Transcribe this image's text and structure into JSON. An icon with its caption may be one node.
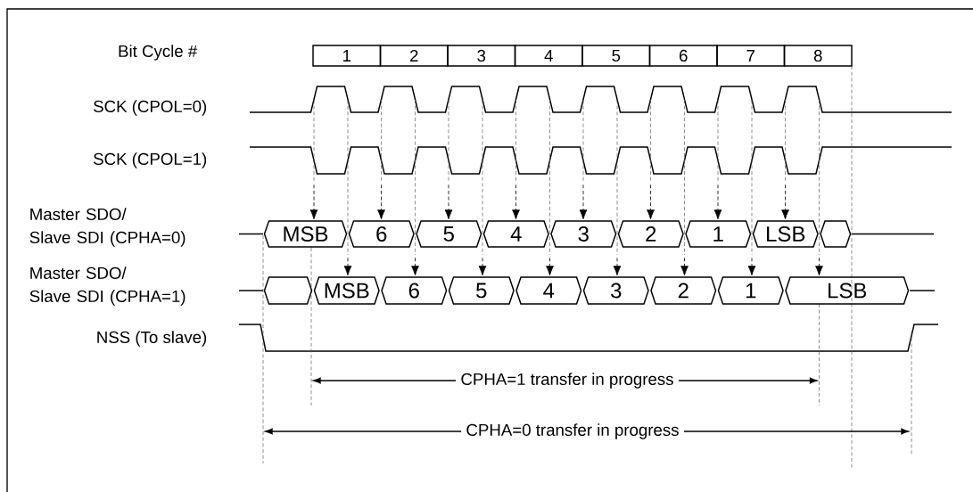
{
  "diagram": {
    "nodes": [
      {
        "text": [
          "1"
        ]
      },
      {
        "text": [
          "2"
        ]
      },
      {
        "text": [
          "3"
        ]
      },
      {
        "text": [
          "4"
        ]
      },
      {
        "text": [
          "5"
        ]
      },
      {
        "text": [
          "6"
        ]
      },
      {
        "text": [
          "7"
        ]
      },
      {
        "text": [
          "8"
        ]
      },
      {
        "text": [
          "MSB"
        ]
      },
      {
        "text": [
          "6"
        ]
      },
      {
        "text": [
          "5"
        ]
      },
      {
        "text": [
          "4"
        ]
      },
      {
        "text": [
          "3"
        ]
      },
      {
        "text": [
          "2"
        ]
      },
      {
        "text": [
          "1"
        ]
      },
      {
        "text": [
          "LSB"
        ]
      },
      {
        "text": [],
        "shape": "hexagon"
      },
      {
        "text": [],
        "shape": "hexagon"
      },
      {
        "text": [
          "MSB"
        ]
      },
      {
        "text": [
          "6"
        ]
      },
      {
        "text": [
          "5"
        ]
      },
      {
        "text": [
          "4"
        ]
      },
      {
        "text": [
          "3"
        ]
      },
      {
        "text": [
          "2"
        ]
      },
      {
        "text": [
          "1"
        ]
      },
      {
        "text": [
          "LSB"
        ]
      }
    ],
    "edges": [
      {
        "from": null,
        "to": 8,
        "arrow": "to",
        "style": "dashed"
      },
      {
        "from": null,
        "to": 9,
        "arrow": "to",
        "style": "dashed"
      },
      {
        "from": null,
        "to": 10,
        "arrow": "to",
        "style": "dashed"
      },
      {
        "from": null,
        "to": 11,
        "arrow": "to",
        "style": "dashed"
      },
      {
        "from": null,
        "to": 12,
        "arrow": "to",
        "style": "dashed"
      },
      {
        "from": null,
        "to": 13,
        "arrow": "to",
        "style": "dashed"
      },
      {
        "from": null,
        "to": 14,
        "arrow": "to",
        "style": "dashed"
      },
      {
        "from": null,
        "to": 15,
        "arrow": "to",
        "style": "dashed"
      },
      {
        "from": null,
        "to": 18,
        "arrow": "to",
        "style": "dashed"
      },
      {
        "from": null,
        "to": 19,
        "arrow": "to",
        "style": "dashed"
      },
      {
        "from": null,
        "to": 20,
        "arrow": "to",
        "style": "dashed"
      },
      {
        "from": null,
        "to": 21,
        "arrow": "to",
        "style": "dashed"
      },
      {
        "from": null,
        "to": 22,
        "arrow": "to",
        "style": "dashed"
      },
      {
        "from": null,
        "to": 23,
        "arrow": "to",
        "style": "dashed"
      },
      {
        "from": null,
        "to": 24,
        "arrow": "to",
        "style": "dashed"
      },
      {
        "from": null,
        "to": 25,
        "arrow": "to",
        "style": "dashed"
      }
    ],
    "labels": [
      "Bit Cycle #",
      "SCK (CPOL=0)",
      "SCK (CPOL=1)",
      "Master SDO/ Slave SDI (CPHA=0)",
      "Master SDO/ Slave SDI (CPHA=1)",
      "NSS (To slave)",
      "CPHA=1 transfer in progress",
      "CPHA=0 transfer in progress"
    ]
  }
}
